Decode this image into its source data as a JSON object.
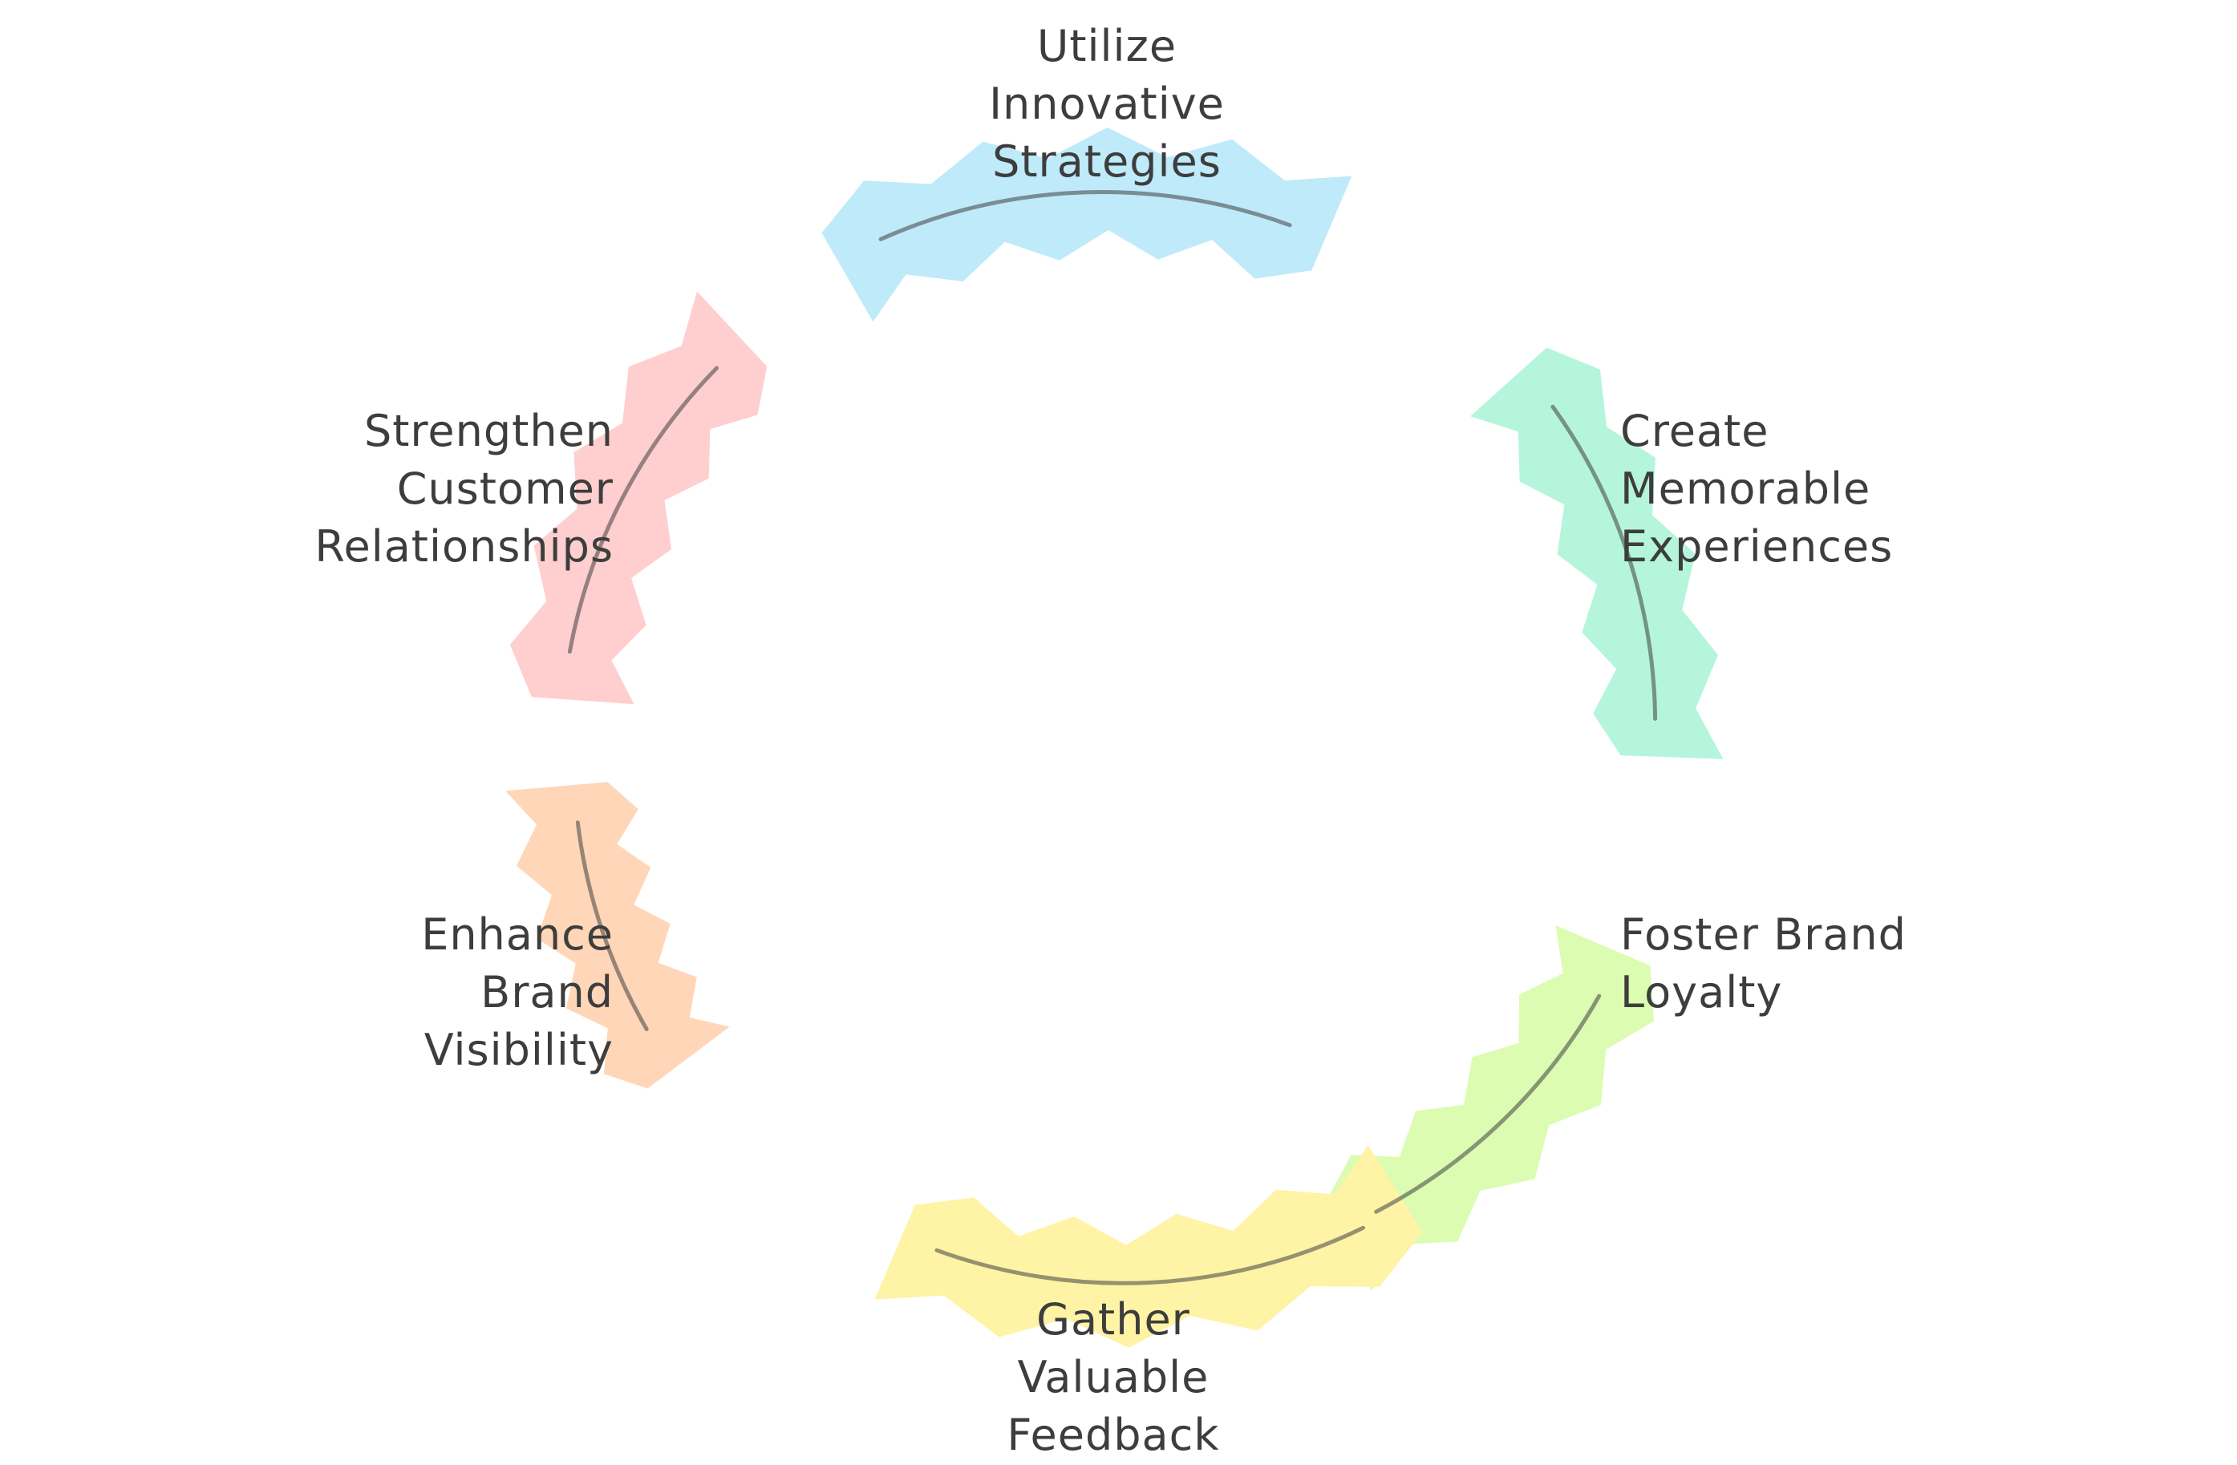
{
  "diagram": {
    "steps": [
      {
        "lines": [
          "Utilize",
          "Innovative",
          "Strategies"
        ],
        "color": "#bfeafa",
        "icon": "arrow-clockwise-icon"
      },
      {
        "lines": [
          "Create",
          "Memorable",
          "Experiences"
        ],
        "color": "#b5f5dc",
        "icon": "arrow-clockwise-icon"
      },
      {
        "lines": [
          "Foster Brand",
          "Loyalty"
        ],
        "color": "#dcfcb2",
        "icon": "arrow-clockwise-icon"
      },
      {
        "lines": [
          "Gather",
          "Valuable",
          "Feedback"
        ],
        "color": "#fff3a6",
        "icon": "arrow-clockwise-icon"
      },
      {
        "lines": [
          "Enhance",
          "Brand",
          "Visibility"
        ],
        "color": "#ffd7b8",
        "icon": "arrow-clockwise-icon"
      },
      {
        "lines": [
          "Strengthen",
          "Customer",
          "Relationships"
        ],
        "color": "#ffcfcf",
        "icon": "arrow-clockwise-icon"
      }
    ],
    "stroke_color": "#3f3f3f"
  }
}
